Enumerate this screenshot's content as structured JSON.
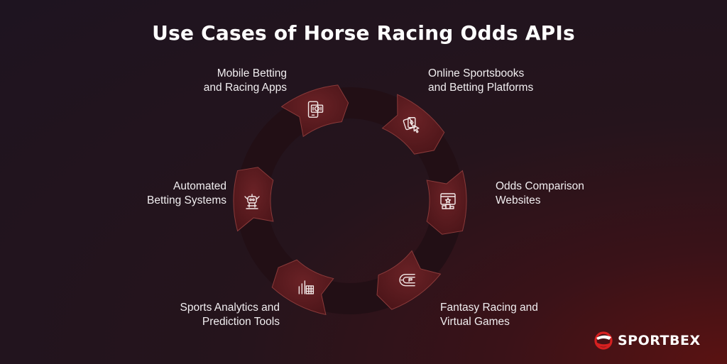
{
  "title": "Use Cases of Horse Racing Odds APIs",
  "colors": {
    "ring": "#220f15",
    "segment": "#5a1a1e",
    "segment_stroke": "#8a3a3a",
    "icon": "#f3e9e8",
    "accent": "#d62020"
  },
  "items": [
    {
      "line1": "Mobile Betting",
      "line2": "and Racing Apps",
      "icon": "mobile-money-icon"
    },
    {
      "line1": "Online Sportsbooks",
      "line2": "and Betting Platforms",
      "icon": "playing-cards-icon"
    },
    {
      "line1": "Odds Comparison",
      "line2": "Websites",
      "icon": "web-ranking-icon"
    },
    {
      "line1": "Fantasy Racing and",
      "line2": "Virtual Games",
      "icon": "race-track-icon"
    },
    {
      "line1": "Sports Analytics and",
      "line2": "Prediction Tools",
      "icon": "analytics-chart-icon"
    },
    {
      "line1": "Automated",
      "line2": "Betting Systems",
      "icon": "robot-icon"
    }
  ],
  "logo": {
    "text": "SPORTBEX",
    "icon": "sportbex-logo-icon"
  }
}
